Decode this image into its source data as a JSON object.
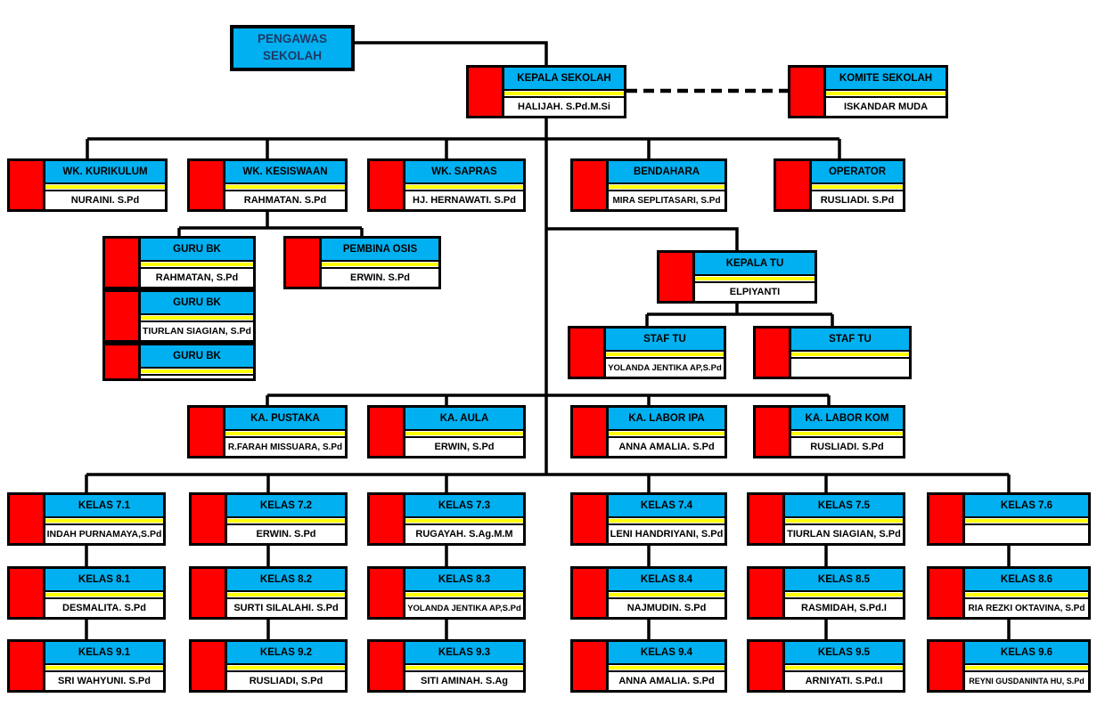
{
  "document": {
    "type": "school-organization-chart",
    "language": "Indonesian"
  },
  "colors": {
    "background": "#FFFFFF",
    "box_fill_blue": "#00B0F0",
    "accent_red": "#FF0000",
    "divider_yellow": "#FFFF00",
    "line_black": "#000000",
    "pengawas_text": "#1F3864"
  },
  "boxes": [
    {
      "id": "pengawas-sekolah",
      "title": "PENGAWAS SEKOLAH",
      "name": ""
    },
    {
      "id": "kepala-sekolah",
      "title": "KEPALA SEKOLAH",
      "name": "HALIJAH. S.Pd.M.Si"
    },
    {
      "id": "komite-sekolah",
      "title": "KOMITE SEKOLAH",
      "name": "ISKANDAR MUDA"
    },
    {
      "id": "wk-kurikulum",
      "title": "WK. KURIKULUM",
      "name": "NURAINI. S.Pd"
    },
    {
      "id": "wk-kesiswaan",
      "title": "WK. KESISWAAN",
      "name": "RAHMATAN. S.Pd"
    },
    {
      "id": "wk-sapras",
      "title": "WK. SAPRAS",
      "name": "HJ. HERNAWATI. S.Pd"
    },
    {
      "id": "bendahara",
      "title": "BENDAHARA",
      "name": "MIRA SEPLITASARI, S.Pd"
    },
    {
      "id": "operator",
      "title": "OPERATOR",
      "name": "RUSLIADI. S.Pd"
    },
    {
      "id": "guru-bk-1",
      "title": "GURU BK",
      "name": "RAHMATAN, S.Pd"
    },
    {
      "id": "guru-bk-2",
      "title": "GURU BK",
      "name": "TIURLAN SIAGIAN, S.Pd"
    },
    {
      "id": "guru-bk-3",
      "title": "GURU BK",
      "name": ""
    },
    {
      "id": "pembina-osis",
      "title": "PEMBINA OSIS",
      "name": "ERWIN. S.Pd"
    },
    {
      "id": "kepala-tu",
      "title": "KEPALA TU",
      "name": "ELPIYANTI"
    },
    {
      "id": "staf-tu-1",
      "title": "STAF TU",
      "name": "YOLANDA JENTIKA AP,S.Pd"
    },
    {
      "id": "staf-tu-2",
      "title": "STAF TU",
      "name": ""
    },
    {
      "id": "ka-pustaka",
      "title": "KA. PUSTAKA",
      "name": "R.FARAH MISSUARA, S.Pd"
    },
    {
      "id": "ka-aula",
      "title": "KA. AULA",
      "name": "ERWIN, S.Pd"
    },
    {
      "id": "ka-labor-ipa",
      "title": "KA. LABOR IPA",
      "name": "ANNA AMALIA. S.Pd"
    },
    {
      "id": "ka-labor-kom",
      "title": "KA. LABOR KOM",
      "name": "RUSLIADI. S.Pd"
    },
    {
      "id": "kelas-7-1",
      "title": "KELAS 7.1",
      "name": "INDAH PURNAMAYA,S.Pd"
    },
    {
      "id": "kelas-7-2",
      "title": "KELAS 7.2",
      "name": "ERWIN. S.Pd"
    },
    {
      "id": "kelas-7-3",
      "title": "KELAS 7.3",
      "name": "RUGAYAH. S.Ag.M.M"
    },
    {
      "id": "kelas-7-4",
      "title": "KELAS 7.4",
      "name": "LENI HANDRIYANI, S.Pd"
    },
    {
      "id": "kelas-7-5",
      "title": "KELAS 7.5",
      "name": "TIURLAN SIAGIAN, S.Pd"
    },
    {
      "id": "kelas-7-6",
      "title": "KELAS 7.6",
      "name": ""
    },
    {
      "id": "kelas-8-1",
      "title": "KELAS 8.1",
      "name": "DESMALITA. S.Pd"
    },
    {
      "id": "kelas-8-2",
      "title": "KELAS 8.2",
      "name": "SURTI SILALAHI. S.Pd"
    },
    {
      "id": "kelas-8-3",
      "title": "KELAS 8.3",
      "name": "YOLANDA JENTIKA AP,S.Pd"
    },
    {
      "id": "kelas-8-4",
      "title": "KELAS 8.4",
      "name": "NAJMUDIN. S.Pd"
    },
    {
      "id": "kelas-8-5",
      "title": "KELAS 8.5",
      "name": "RASMIDAH, S.Pd.I"
    },
    {
      "id": "kelas-8-6",
      "title": "KELAS 8.6",
      "name": "RIA REZKI OKTAVINA, S.Pd"
    },
    {
      "id": "kelas-9-1",
      "title": "KELAS 9.1",
      "name": "SRI WAHYUNI. S.Pd"
    },
    {
      "id": "kelas-9-2",
      "title": "KELAS 9.2",
      "name": "RUSLIADI, S.Pd"
    },
    {
      "id": "kelas-9-3",
      "title": "KELAS 9.3",
      "name": "SITI AMINAH. S.Ag"
    },
    {
      "id": "kelas-9-4",
      "title": "KELAS 9.4",
      "name": "ANNA AMALIA. S.Pd"
    },
    {
      "id": "kelas-9-5",
      "title": "KELAS 9.5",
      "name": "ARNIYATI. S.Pd.I"
    },
    {
      "id": "kelas-9-6",
      "title": "KELAS 9.6",
      "name": "REYNI GUSDANINTA HU, S.Pd"
    }
  ]
}
